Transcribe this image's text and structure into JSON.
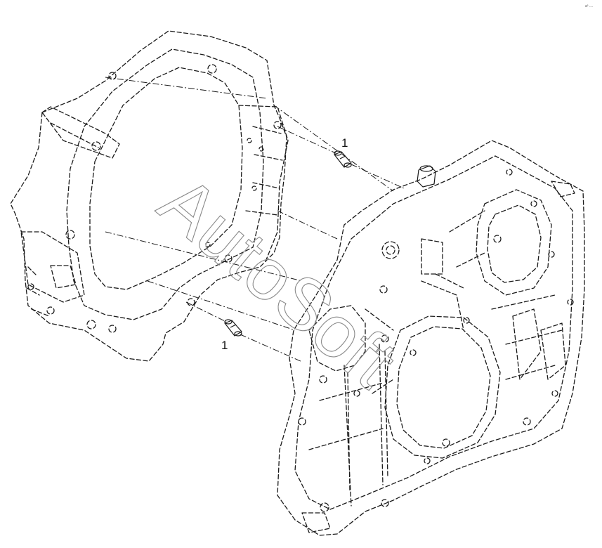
{
  "callouts": [
    {
      "label": "1"
    },
    {
      "label": "1"
    }
  ],
  "watermark": {
    "text": "AutoSoft"
  },
  "corner_mark": {
    "text": "a² ...."
  }
}
